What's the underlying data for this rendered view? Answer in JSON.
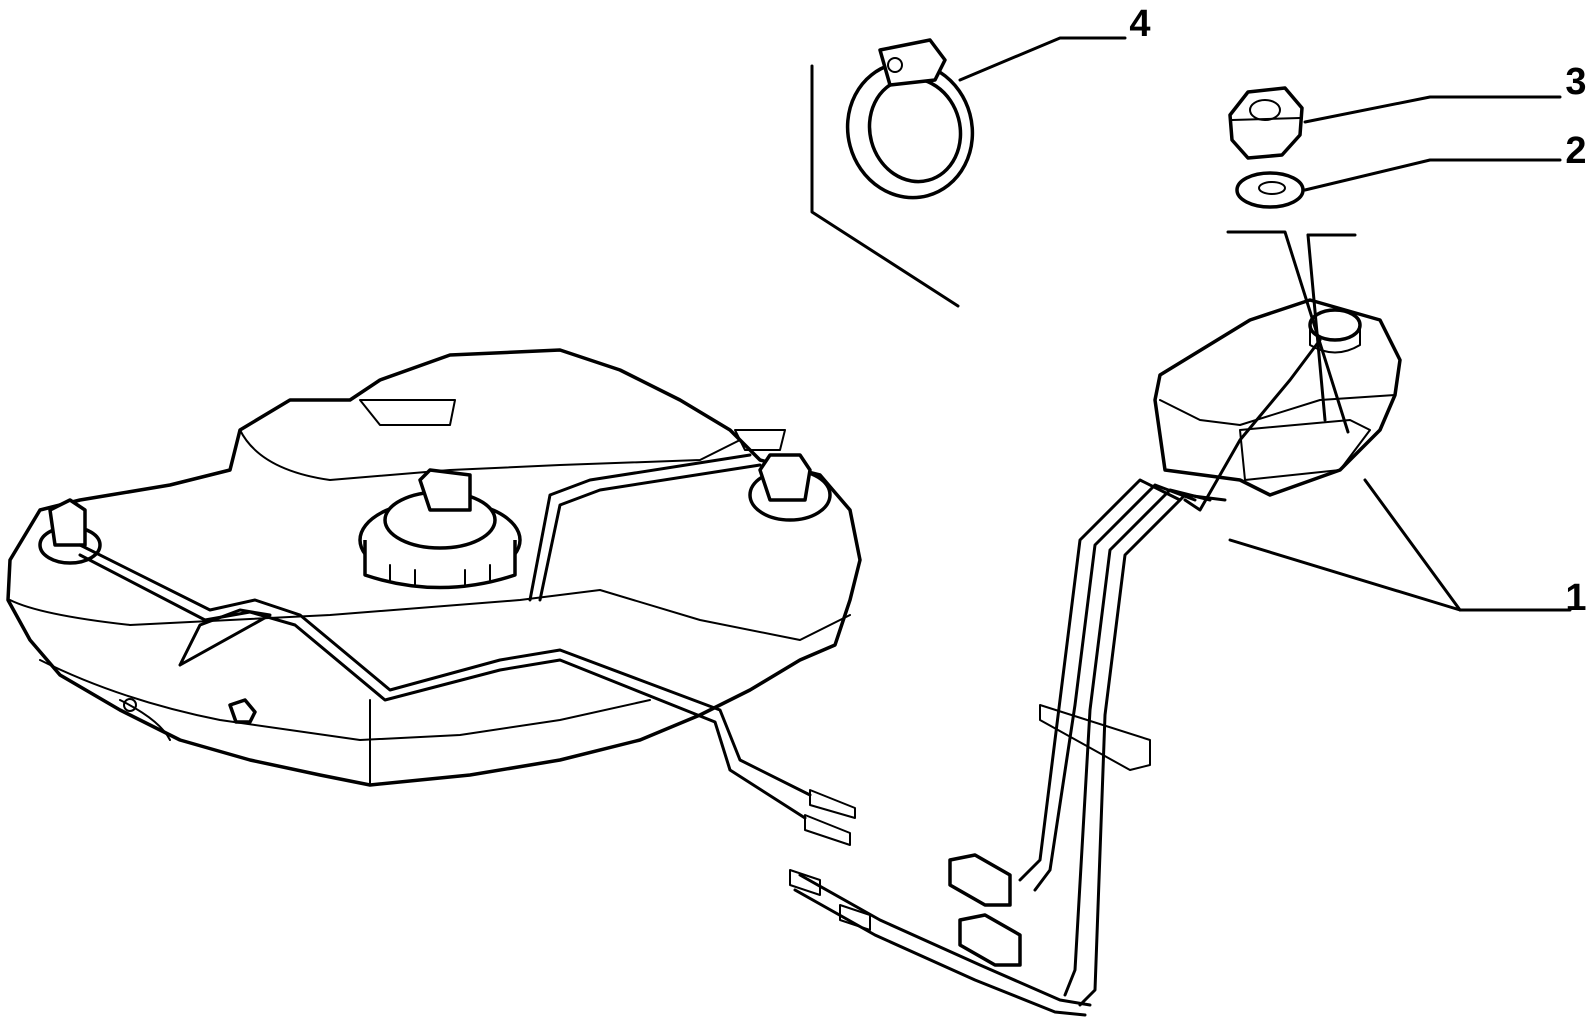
{
  "diagram": {
    "callouts": [
      {
        "id": "1",
        "label": "1",
        "part": "fuel-tank-assembly"
      },
      {
        "id": "2",
        "label": "2",
        "part": "washer"
      },
      {
        "id": "3",
        "label": "3",
        "part": "nut"
      },
      {
        "id": "4",
        "label": "4",
        "part": "hose-clamp"
      }
    ]
  },
  "colors": {
    "ink": "#000000",
    "paper": "#ffffff"
  }
}
